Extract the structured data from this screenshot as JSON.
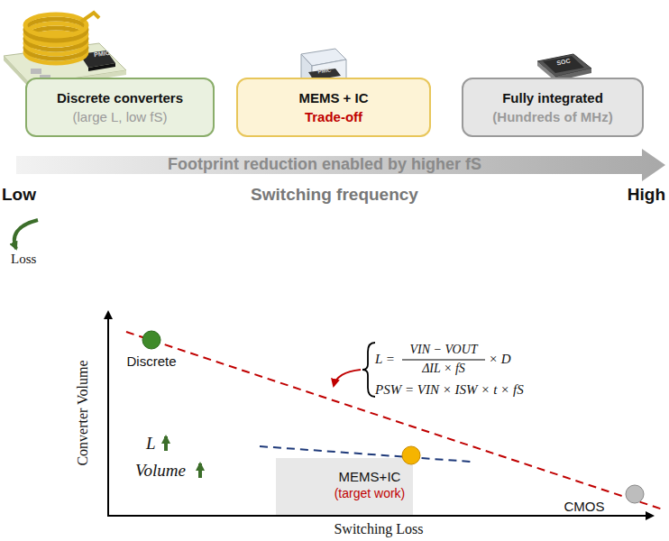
{
  "diagram": {
    "nodes": [
      {
        "text": [
          "Discrete converters",
          "(large L, low fS)"
        ]
      },
      {
        "text": [
          "MEMS + IC",
          "Trade-off"
        ]
      },
      {
        "text": [
          "Fully integrated",
          "(Hundreds of MHz)"
        ]
      }
    ],
    "labels": [
      "PMIC",
      "PMIC",
      "SOC",
      "Footprint reduction enabled by higher fS",
      "Low",
      "Switching frequency",
      "High",
      "Loss",
      "Converter Volume",
      "Switching Loss",
      "Discrete",
      "MEMS+IC",
      "(target work)",
      "CMOS",
      "L =",
      "VIN − VOUT",
      "ΔIL × fS",
      "× D",
      "PSW = VIN × ISW × t × fS",
      "L",
      "Volume"
    ]
  }
}
